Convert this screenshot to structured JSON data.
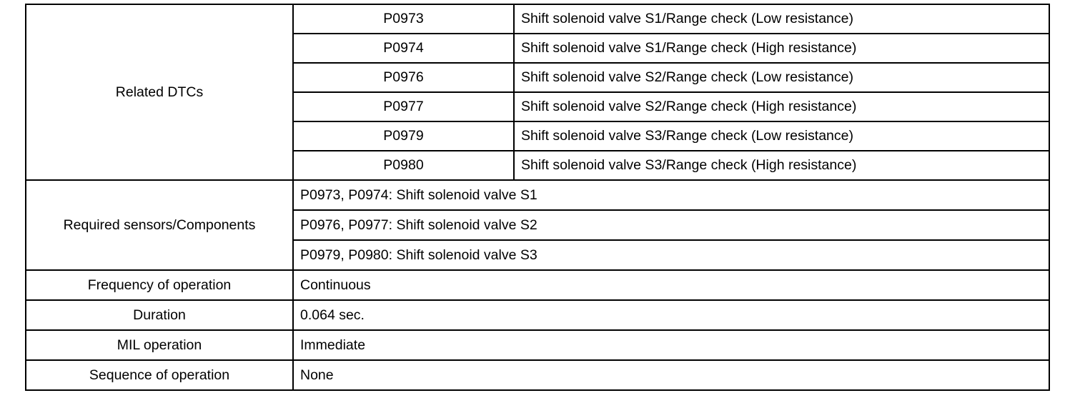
{
  "related_dtcs": {
    "label": "Related DTCs",
    "rows": [
      {
        "code": "P0973",
        "description": "Shift solenoid valve S1/Range check (Low resistance)"
      },
      {
        "code": "P0974",
        "description": "Shift solenoid valve S1/Range check (High resistance)"
      },
      {
        "code": "P0976",
        "description": "Shift solenoid valve S2/Range check (Low resistance)"
      },
      {
        "code": "P0977",
        "description": "Shift solenoid valve S2/Range check (High resistance)"
      },
      {
        "code": "P0979",
        "description": "Shift solenoid valve S3/Range check (Low resistance)"
      },
      {
        "code": "P0980",
        "description": "Shift solenoid valve S3/Range check (High resistance)"
      }
    ]
  },
  "required_components": {
    "label": "Required sensors/Components",
    "rows": [
      "P0973, P0974: Shift solenoid valve S1",
      "P0976, P0977: Shift solenoid valve S2",
      "P0979, P0980: Shift solenoid valve S3"
    ]
  },
  "attributes": [
    {
      "label": "Frequency of operation",
      "value": "Continuous"
    },
    {
      "label": "Duration",
      "value": "0.064 sec."
    },
    {
      "label": "MIL operation",
      "value": "Immediate"
    },
    {
      "label": "Sequence of operation",
      "value": "None"
    }
  ]
}
